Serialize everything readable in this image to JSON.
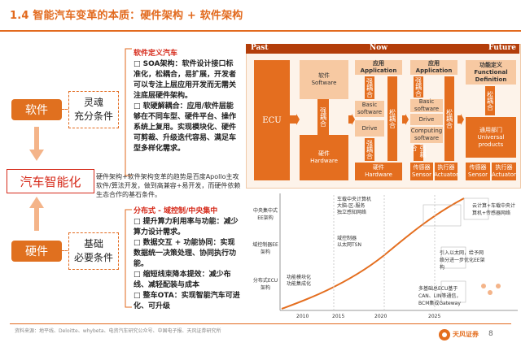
{
  "title": "1.4 智能汽车变革的本质：硬件架构 + 软件架构",
  "left": {
    "software": "软件",
    "soul": "灵魂",
    "sufficient": "充分条件",
    "center": "汽车智能化",
    "hardware": "硬件",
    "foundation": "基础",
    "necessary": "必要条件"
  },
  "mid": {
    "sw_head": "软件定义汽车",
    "sw_items": [
      "□ SOA架构：软件设计接口标准化，松耦合，易扩展，开发者可以专注上层应用开发而无需关注底层硬件架构。",
      "□ 软硬解耦合：应用/软件层能够在不同车型、硬件平台、操作系统上复用。实现模块化、硬件可剪裁、升级迭代容易、满足车型多样化需求。"
    ],
    "note": "硬件架构+软件架构变革的趋势是百度Apollo主攻软件/算法开发，做到高兼容+易开发，而硬件依赖生态合作的基石条件。",
    "hw_head": "分布式 - 域控制/中央集中",
    "hw_items": [
      "□ 提升算力利用率与功能：减少算力设计需求。",
      "□ 数据交互 + 功能协同：实现数据统一决策处理、协同执行功能。",
      "□ 缩短线束降本提效：减少布线、减轻配装与成本",
      "□ 整车OTA：实现智能汽车可进化、可升级"
    ]
  },
  "arch": {
    "past": "Past",
    "now": "Now",
    "future": "Future",
    "ecu": "ECU",
    "sw_cn": "软件",
    "sw_en": "Software",
    "hw_cn": "硬件",
    "hw_en": "Hardware",
    "app": "应用 Application",
    "strong": "强耦合",
    "loose": "松耦合",
    "basic_sw": "Basic software",
    "drive": "Drive",
    "computing": "Computing software",
    "func_cn": "功能定义",
    "func_en": "Functional Definition",
    "general_cn": "通用部门",
    "general_en": "Universal products",
    "sensor": "传感器 Sensor",
    "actuator": "执行器 Actuator"
  },
  "chart": {
    "y_labels": [
      "中央集中式EE架构",
      "域控制器EE架构",
      "分布式ECU架构"
    ],
    "x_ticks": [
      "2010",
      "2015",
      "2020",
      "2025"
    ],
    "notes": [
      "功能模块化",
      "功能集成化",
      "域控制器",
      "以太网TSN",
      "车载中央计算机",
      "大脑-区-服务",
      "独立感知网络",
      "云计算+车载中央计算机+传感器网络",
      "引入以太网，给予网络分进一步优化EE架构",
      "多基础总ECU基于CAN、LIN等通信，BCM集成Gateway"
    ]
  },
  "footer": "资料来源：地平线、Deloitte、whybeta、电资汽车研究公众号、中国电子报、天风证券研究所",
  "brand": "天风证券",
  "page": "8"
}
